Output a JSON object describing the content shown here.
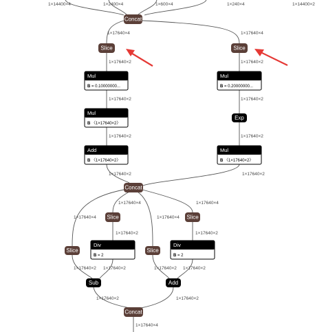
{
  "top_edge_labels": [
    "1×14400×4",
    "1×2400×4",
    "1×600×4",
    "1×240×4",
    "1×14400×2"
  ],
  "nodes": {
    "concat_top": {
      "label": "Concat",
      "color": "#5b3f38"
    },
    "slice_left": {
      "label": "Slice",
      "color": "#5b3f38"
    },
    "slice_right": {
      "label": "Slice",
      "color": "#5b3f38"
    },
    "mul_left": {
      "title": "Mul",
      "attr_key": "B",
      "attr_val": " = 0.10000000..."
    },
    "mul_right": {
      "title": "Mul",
      "attr_key": "B",
      "attr_val": " = 0.20000000..."
    },
    "mul_left_2": {
      "title": "Mul",
      "attr_key": "B",
      "attr_val": " 〈1×17640×2〉"
    },
    "exp_right": {
      "label": "Exp",
      "color": "#000000"
    },
    "add_left": {
      "title": "Add",
      "attr_key": "B",
      "attr_val": " 〈1×17640×2〉"
    },
    "mul_right_2": {
      "title": "Mul",
      "attr_key": "B",
      "attr_val": " 〈1×17640×2〉"
    },
    "concat_mid": {
      "label": "Concat",
      "color": "#5b3f38"
    },
    "slice_a": {
      "label": "Slice",
      "color": "#5b3f38"
    },
    "slice_b": {
      "label": "Slice",
      "color": "#5b3f38"
    },
    "slice_c": {
      "label": "Slice",
      "color": "#5b3f38"
    },
    "slice_d": {
      "label": "Slice",
      "color": "#5b3f38"
    },
    "div_left": {
      "title": "Div",
      "attr_key": "B",
      "attr_val": " = 2"
    },
    "div_right": {
      "title": "Div",
      "attr_key": "B",
      "attr_val": " = 2"
    },
    "sub": {
      "label": "Sub",
      "color": "#000000"
    },
    "add_bottom": {
      "label": "Add",
      "color": "#000000"
    },
    "concat_bottom": {
      "label": "Concat",
      "color": "#5b3f38"
    }
  },
  "edge_labels": {
    "concat_top_to_slice_left": "1×17640×4",
    "concat_top_to_slice_right": "1×17640×4",
    "slice_left_to_mul": "1×17640×2",
    "slice_right_to_mul": "1×17640×2",
    "mul_left_to_mul2": "1×17640×2",
    "mul_right_to_exp": "1×17640×2",
    "mul2_to_add": "1×17640×2",
    "exp_to_mul2": "1×17640×2",
    "add_to_concat": "1×17640×2",
    "mul2_right_to_concat": "1×17640×2",
    "concat_to_slice_a": "1×17640×4",
    "concat_to_slice_b": "1×17640×4",
    "concat_to_slice_c": "1×17640×4",
    "concat_to_slice_d": "1×17640×4",
    "slice_b_to_div": "1×17640×2",
    "slice_d_to_div": "1×17640×2",
    "slice_a_to_sub": "1×17640×2",
    "div_left_to_sub": "1×17640×2",
    "slice_c_to_add": "1×17640×2",
    "div_right_to_add": "1×17640×2",
    "sub_to_concat": "1×17640×2",
    "add_to_concat_bottom": "1×17640×2",
    "concat_bottom_out": "1×17640×4"
  },
  "annotation_color": "#e53935"
}
